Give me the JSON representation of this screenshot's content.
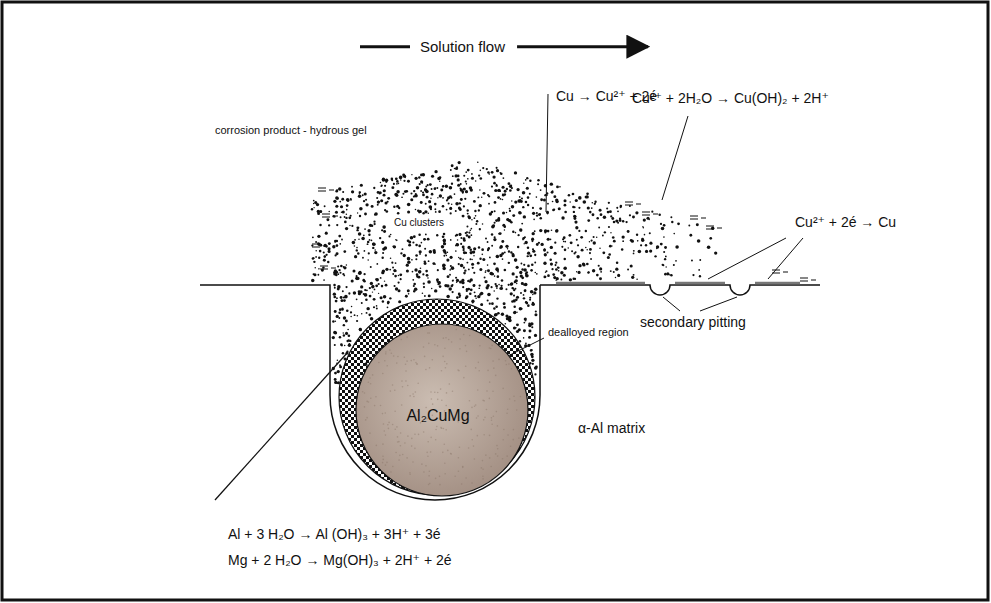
{
  "diagram": {
    "nodes": [
      {
        "text": [
          "Al₂CuMg"
        ]
      }
    ],
    "labels": [
      "Solution flow",
      "corrosion product - hydrous gel",
      "Cu → Cu²⁺ + 2é",
      "Cu²⁺ + 2H₂O → Cu(OH)₂ + 2H⁺",
      "Cu²⁺ + 2é → Cu",
      "Cu clusters",
      "dealloyed region",
      "secondary pitting",
      "α-Al matrix",
      "Al + 3 H₂O → Al (OH)₃ + 3H⁺ + 3é",
      "Mg + 2 H₂O → Mg(OH)₃ + 2H⁺ + 2é"
    ]
  }
}
